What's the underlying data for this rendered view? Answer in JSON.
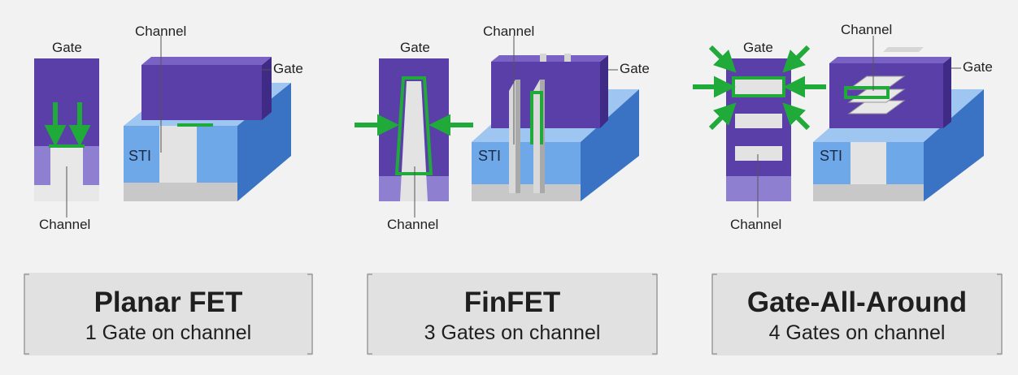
{
  "colors": {
    "gate_purple": "#5b3fa8",
    "gate_purple_dark": "#3f2a86",
    "gate_purple_light": "#8f7fd0",
    "sti_blue": "#6ea8e8",
    "sti_blue_dark": "#3a73c4",
    "channel_gray": "#e3e3e3",
    "substrate_gray": "#c8c8c8",
    "arrow_green": "#1faa3a"
  },
  "labels": {
    "gate": "Gate",
    "channel": "Channel",
    "sti": "STI"
  },
  "panels": [
    {
      "title": "Planar FET",
      "subtitle": "1 Gate on channel"
    },
    {
      "title": "FinFET",
      "subtitle": "3 Gates on channel"
    },
    {
      "title": "Gate-All-Around",
      "subtitle": "4 Gates on channel"
    }
  ]
}
